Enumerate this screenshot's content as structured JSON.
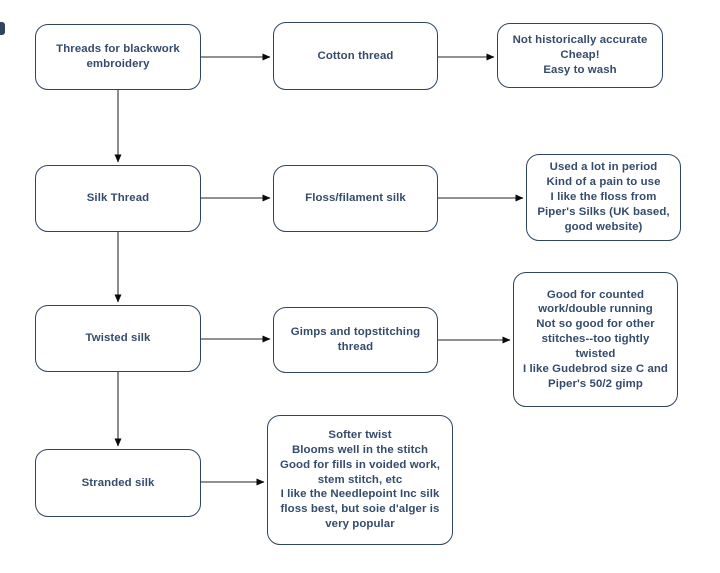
{
  "diagram": {
    "colors": {
      "background": "#ffffff",
      "node_fill": "#ffffff",
      "node_border": "#2e4560",
      "node_text": "#344b6b",
      "connector": "#4f4f4f",
      "arrowhead": "#0a0a0a"
    },
    "nodes": [
      {
        "id": "threads-root",
        "label": "Threads for blackwork embroidery"
      },
      {
        "id": "cotton-thread",
        "label": "Cotton thread"
      },
      {
        "id": "cotton-notes",
        "label": "Not historically accurate\nCheap!\nEasy to wash"
      },
      {
        "id": "silk-thread",
        "label": "Silk Thread"
      },
      {
        "id": "floss-filament-silk",
        "label": "Floss/filament silk"
      },
      {
        "id": "floss-notes",
        "label": "Used a lot in period\nKind of a pain to use\nI like the floss from Piper's Silks (UK based, good website)"
      },
      {
        "id": "twisted-silk",
        "label": "Twisted silk"
      },
      {
        "id": "gimps-topstitching",
        "label": "Gimps and topstitching thread"
      },
      {
        "id": "gimps-notes",
        "label": "Good for counted work/double running\nNot so good for other stitches--too tightly twisted\nI like Gudebrod size C and Piper's 50/2 gimp"
      },
      {
        "id": "stranded-silk",
        "label": "Stranded silk"
      },
      {
        "id": "stranded-notes",
        "label": "Softer twist\nBlooms well in the stitch\nGood for fills in voided work, stem stitch, etc\nI like the Needlepoint Inc silk floss best, but soie d'alger is very popular"
      }
    ],
    "edges": [
      {
        "from": "threads-root",
        "to": "cotton-thread"
      },
      {
        "from": "cotton-thread",
        "to": "cotton-notes"
      },
      {
        "from": "threads-root",
        "to": "silk-thread"
      },
      {
        "from": "silk-thread",
        "to": "floss-filament-silk"
      },
      {
        "from": "floss-filament-silk",
        "to": "floss-notes"
      },
      {
        "from": "silk-thread",
        "to": "twisted-silk"
      },
      {
        "from": "twisted-silk",
        "to": "gimps-topstitching"
      },
      {
        "from": "gimps-topstitching",
        "to": "gimps-notes"
      },
      {
        "from": "twisted-silk",
        "to": "stranded-silk"
      },
      {
        "from": "stranded-silk",
        "to": "stranded-notes"
      }
    ]
  }
}
